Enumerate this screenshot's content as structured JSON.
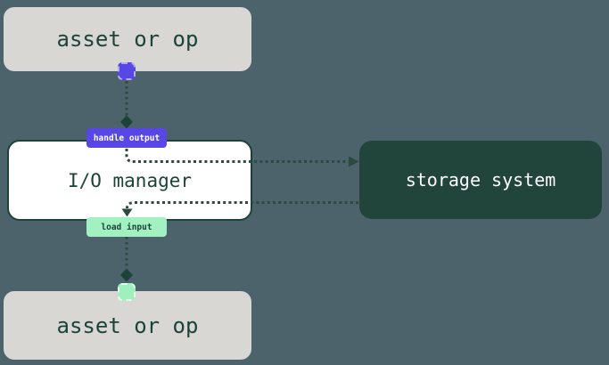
{
  "diagram": {
    "background_color": "#4c636b",
    "nodes": {
      "asset_top": {
        "label": "asset or op",
        "fill": "#d8d7d4",
        "text_color": "#1d4338"
      },
      "io_manager": {
        "label": "I/O manager",
        "fill": "#ffffff",
        "border_color": "#1d4338",
        "text_color": "#1d4338"
      },
      "storage": {
        "label": "storage system",
        "fill": "#21453a",
        "text_color": "#ffffff"
      },
      "asset_bottom": {
        "label": "asset or op",
        "fill": "#d8d7d4",
        "text_color": "#1d4338"
      }
    },
    "badges": {
      "handle_output": {
        "label": "handle output",
        "fill": "#5847e5",
        "text_color": "#ffffff"
      },
      "load_input": {
        "label": "load input",
        "fill": "#a2f2c1",
        "text_color": "#1d4338"
      }
    },
    "connectors": {
      "output_square_fill": "#5847e5",
      "input_square_fill": "#9ff0bd",
      "edge_color": "#2b4a41",
      "diamond_color": "#1d4338",
      "style": "dotted"
    }
  }
}
